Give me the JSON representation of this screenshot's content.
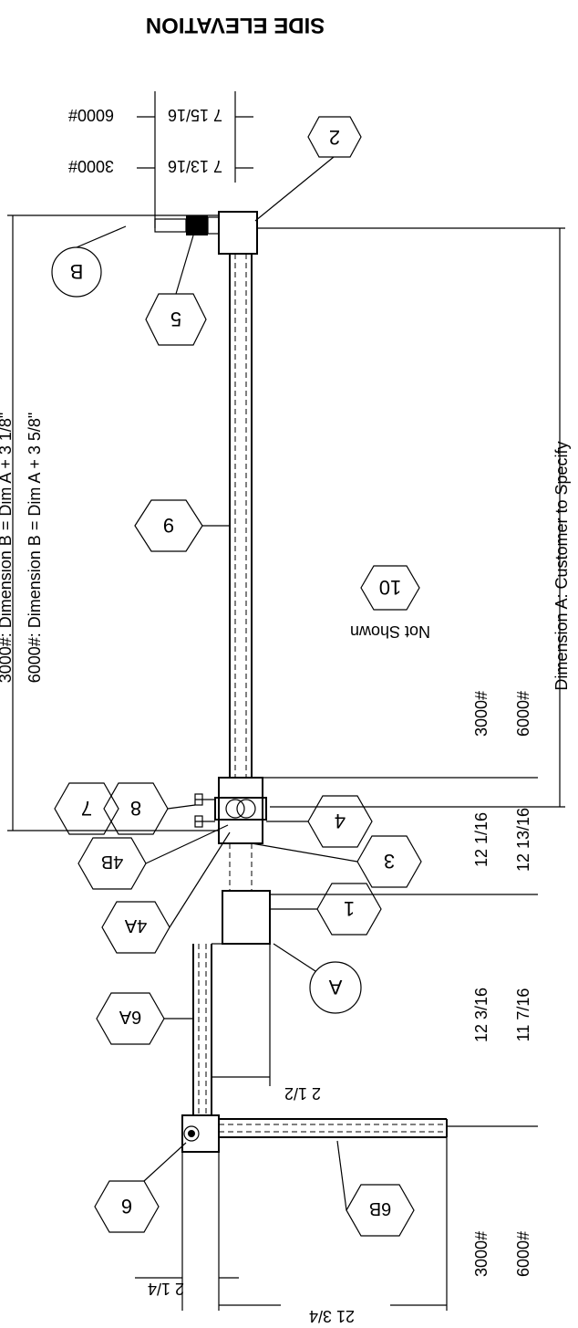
{
  "title": "SIDE ELEVATION",
  "dimensions": {
    "b_3000": "3000#:  Dimension B = Dim A + 3 1/8\"",
    "b_6000": "6000#:  Dimension B = Dim A + 3 5/8\"",
    "a": "Dimension A:  Customer to Specify",
    "top_13_16": "7 13/16",
    "top_15_16": "7 15/16",
    "top_3000": "3000#",
    "top_6000": "6000#",
    "mid_3000_label": "3000#",
    "mid_6000_label": "6000#",
    "mid_12_1_16": "12 1/16",
    "mid_12_13_16": "12 13/16",
    "bot_12_3_16": "12 3/16",
    "bot_11_7_16": "11 7/16",
    "bot_3000": "3000#",
    "bot_6000": "6000#",
    "d_2_1_2": "2 1/2",
    "d_2_1_4": "2 1/4",
    "d_21_3_4": "21 3/4"
  },
  "callouts": {
    "c2": "2",
    "c5": "5",
    "cB": "B",
    "c9": "9",
    "c10": "10",
    "not_shown": "Not Shown",
    "c7": "7",
    "c8": "8",
    "c4": "4",
    "c4B": "4B",
    "c3": "3",
    "c4A": "4A",
    "c1": "1",
    "cA": "A",
    "c6A": "6A",
    "c6": "6",
    "c6B": "6B"
  }
}
